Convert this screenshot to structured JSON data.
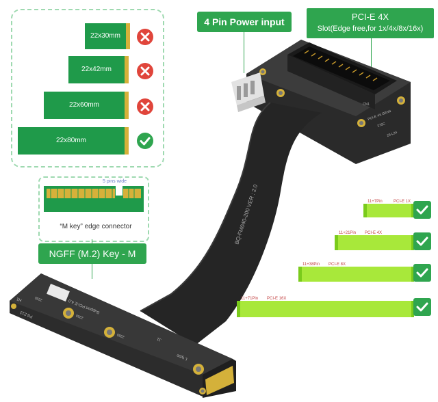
{
  "top_left_cards": [
    {
      "label": "22x30mm",
      "status": "no"
    },
    {
      "label": "22x42mm",
      "status": "no"
    },
    {
      "label": "22x60mm",
      "status": "no"
    },
    {
      "label": "22x80mm",
      "status": "yes"
    }
  ],
  "power_label": "4 Pin Power input",
  "pcie_title": "PCI-E 4X",
  "pcie_sub": "Slot(Edge free,for 1x/4x/8x/16x)",
  "mkey_pins": "5 pins wide",
  "mkey_caption": "“M key” edge connector",
  "ngff_label": "NGFF (M.2) Key - M",
  "cable_text": "BQ-FM040-200  VER : 2.0",
  "slot_board_text": [
    "PCI-E 4X GEN4",
    "270C",
    "25-L34",
    "CN1"
  ],
  "m2_board_text": [
    "Support PCI-E 4.0",
    "H1",
    "2230",
    "2242",
    "2260",
    "2280",
    "J1",
    "L type",
    "R270",
    "Pd-212"
  ],
  "compat_rows": [
    {
      "pins": "11+7Pin",
      "slot": "PCI-E 1X"
    },
    {
      "pins": "11+21Pin",
      "slot": "PCI-E 4X"
    },
    {
      "pins": "11+38Pin",
      "slot": "PCI-E 8X"
    },
    {
      "pins": "11+71Pin",
      "slot": "PCI-E 16X"
    }
  ]
}
